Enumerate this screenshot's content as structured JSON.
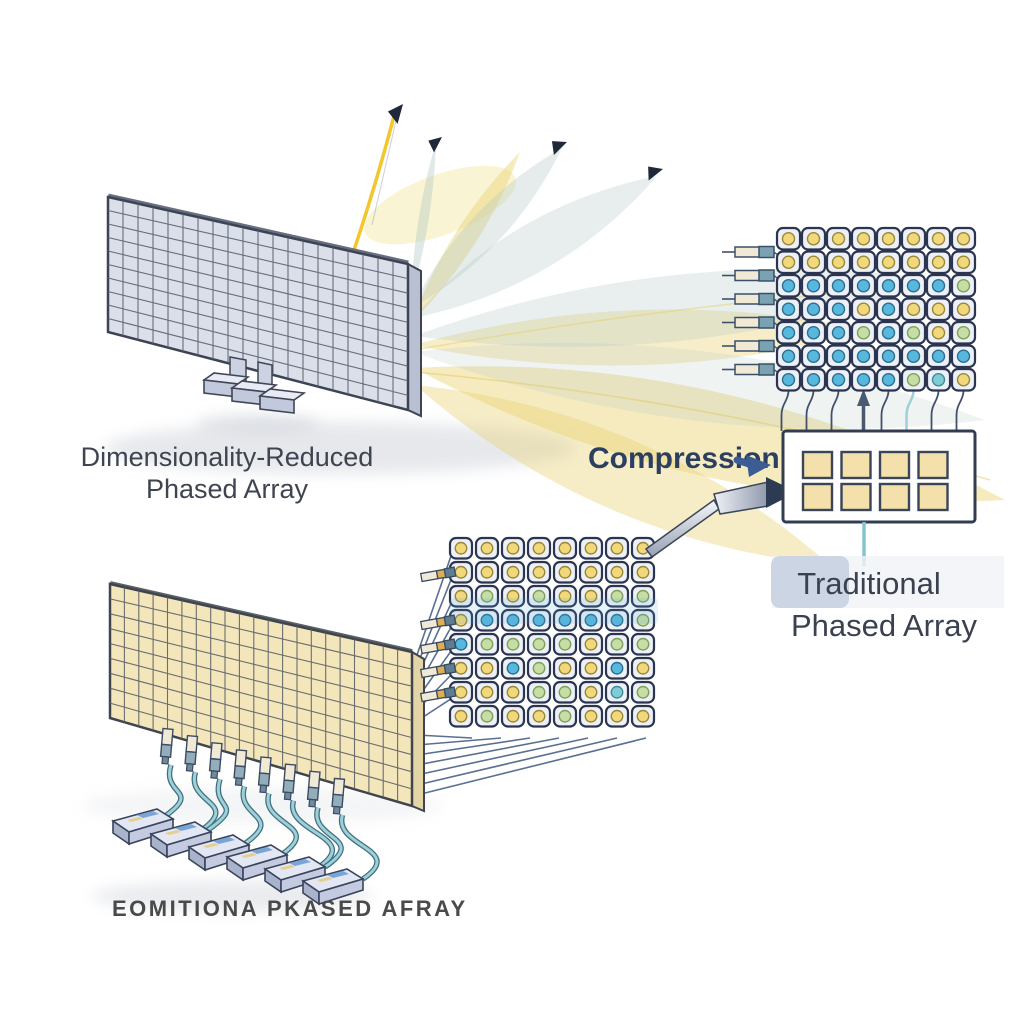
{
  "labels": {
    "dim_reduced_line1": "Dimensionality-Reduced",
    "dim_reduced_line2": "Phased Array",
    "compression": "Compression",
    "traditional_line1": "Traditional",
    "traditional_line2": "Phased Array",
    "bottom_caption": "EOMITIONA PKASED AFRAY"
  },
  "colors": {
    "background": "#ffffff",
    "text_dark": "#3e4450",
    "compression_text": "#2c3f60",
    "traditional_text": "#3a414f",
    "caption_text": "#4a4a4a",
    "panel_gray_fill": "#dbdfe9",
    "panel_gray_line": "#596070",
    "panel_gray_side": "#b9c0d1",
    "panel_gray_border": "#3c4454",
    "panel_beige_fill": "#f4e6bb",
    "panel_beige_line": "#5c5f66",
    "panel_beige_side": "#e3d5a5",
    "panel_beige_border": "#3f444d",
    "cell_fill": "#edf1f7",
    "cell_border": "#2b3550",
    "circle_yellow": "#f1d87b",
    "circle_blue": "#57b7dc",
    "circle_teal": "#7fccd4",
    "circle_green": "#c6dda6",
    "beam_teal": "#b5c9c6",
    "beam_yellow": "#e9d272",
    "beam_arc_yellow": "#f2c62c",
    "arrow_dark": "#20293a",
    "cable_teal": "#9ed0d8",
    "cable_outline": "#3f6f80",
    "box_border": "#333d50",
    "square_beige": "#f3e0aa",
    "square_border": "#3b4557",
    "highlight_bg": "#ccd5e3",
    "highlight_wash": "#f0f2f6",
    "line_navy": "#3d567e",
    "plug_body": "#efe9d6",
    "plug_tip": "#7ba2b2",
    "plug_band": "#dfae52",
    "module_top": "#e2e7f3",
    "module_front": "#aab3cc",
    "module_side": "#c4cbe0",
    "shaft_head": "#2c3a52",
    "comp_glyph": "#3b5d94",
    "teal_link": "#85c5cc",
    "shadow": "#c9ced6"
  },
  "arrays": {
    "top_right": {
      "cols": 8,
      "rows": 7,
      "cells": [
        [
          "y",
          "y",
          "y",
          "y",
          "y",
          "y",
          "y",
          "y"
        ],
        [
          "y",
          "y",
          "y",
          "y",
          "y",
          "y",
          "y",
          "y"
        ],
        [
          "b",
          "b",
          "b",
          "b",
          "b",
          "b",
          "b",
          "g"
        ],
        [
          "b",
          "b",
          "b",
          "y",
          "b",
          "y",
          "y",
          "y"
        ],
        [
          "b",
          "b",
          "b",
          "g",
          "b",
          "g",
          "y",
          "g"
        ],
        [
          "b",
          "b",
          "b",
          "b",
          "b",
          "b",
          "b",
          "b"
        ],
        [
          "b",
          "b",
          "b",
          "b",
          "b",
          "g",
          "t",
          "y"
        ]
      ]
    },
    "middle": {
      "cols": 8,
      "rows": 8,
      "cells": [
        [
          "y",
          "y",
          "y",
          "y",
          "y",
          "y",
          "y",
          "y"
        ],
        [
          "y",
          "y",
          "y",
          "y",
          "y",
          "y",
          "y",
          "y"
        ],
        [
          "y",
          "g",
          "y",
          "g",
          "y",
          "y",
          "g",
          "g"
        ],
        [
          "y",
          "b",
          "b",
          "b",
          "b",
          "b",
          "b",
          "g"
        ],
        [
          "b",
          "g",
          "g",
          "g",
          "g",
          "y",
          "g",
          "g"
        ],
        [
          "y",
          "y",
          "b",
          "g",
          "y",
          "y",
          "b",
          "y"
        ],
        [
          "y",
          "y",
          "y",
          "g",
          "g",
          "y",
          "t",
          "g"
        ],
        [
          "y",
          "g",
          "y",
          "y",
          "g",
          "y",
          "y",
          "y"
        ]
      ]
    },
    "output_box": {
      "rows": 2,
      "cols": 4
    }
  }
}
